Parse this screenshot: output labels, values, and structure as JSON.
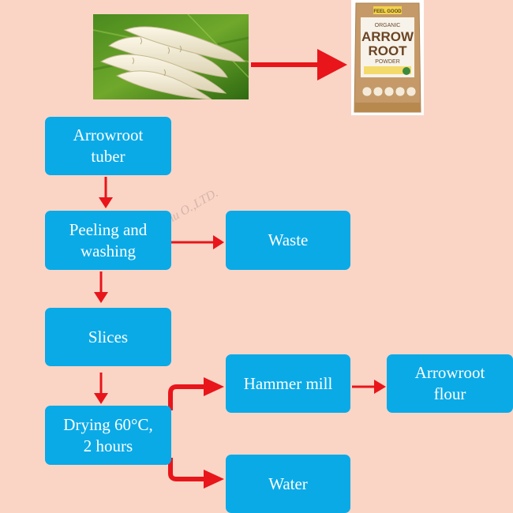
{
  "diagram": {
    "nodes": {
      "tuber": "Arrowroot\ntuber",
      "peeling": "Peeling and\nwashing",
      "waste": "Waste",
      "slices": "Slices",
      "drying": "Drying 60°C,\n2 hours",
      "hammer": "Hammer mill",
      "flour": "Arrowroot\nflour",
      "water": "Water"
    },
    "package": {
      "brand": "FEEL GOOD",
      "line1": "ORGANIC",
      "line2": "ARROW",
      "line3": "ROOT",
      "line4": "POWDER"
    },
    "watermark": "hou Jinghu          O.,LTD."
  },
  "colors": {
    "background": "#fad5c6",
    "box": "#0aaae7",
    "arrow": "#e8151b"
  }
}
